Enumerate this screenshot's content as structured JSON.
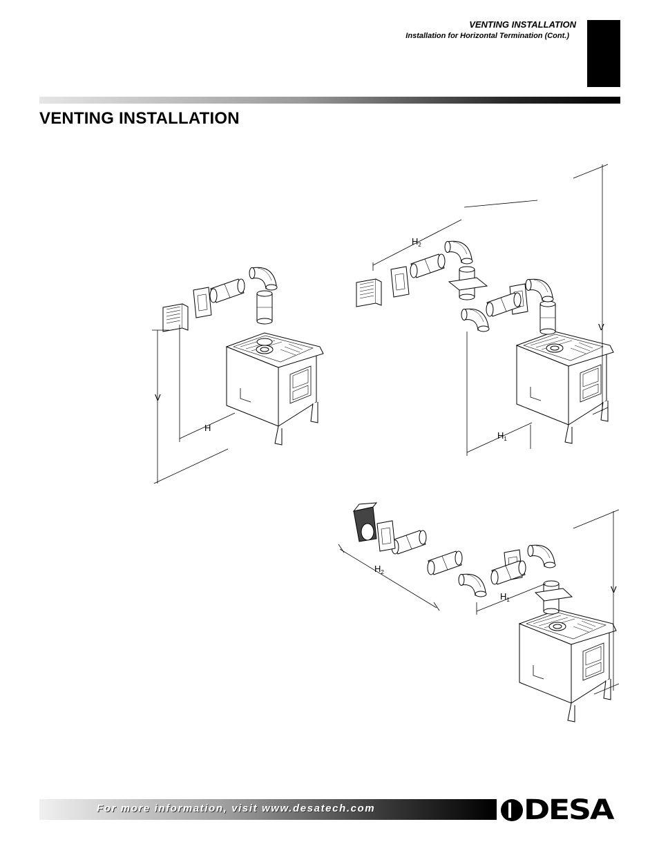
{
  "header": {
    "section_title": "VENTING INSTALLATION",
    "subtitle": "Installation for Horizontal Termination (Cont.)"
  },
  "page_title": "VENTING INSTALLATION",
  "figures": {
    "fig1": {
      "v_label": "V",
      "h_label": "H"
    },
    "fig2": {
      "v_label": "V",
      "h2_label": "H",
      "h2_sub": "2",
      "h1_label": "H",
      "h1_sub": "1"
    },
    "fig3": {
      "v_label": "V",
      "h2_label": "H",
      "h2_sub": "2",
      "h1_label": "H",
      "h1_sub": "1"
    }
  },
  "footer": {
    "text": "For more information, visit www.desatech.com",
    "logo_text": "DESA"
  }
}
